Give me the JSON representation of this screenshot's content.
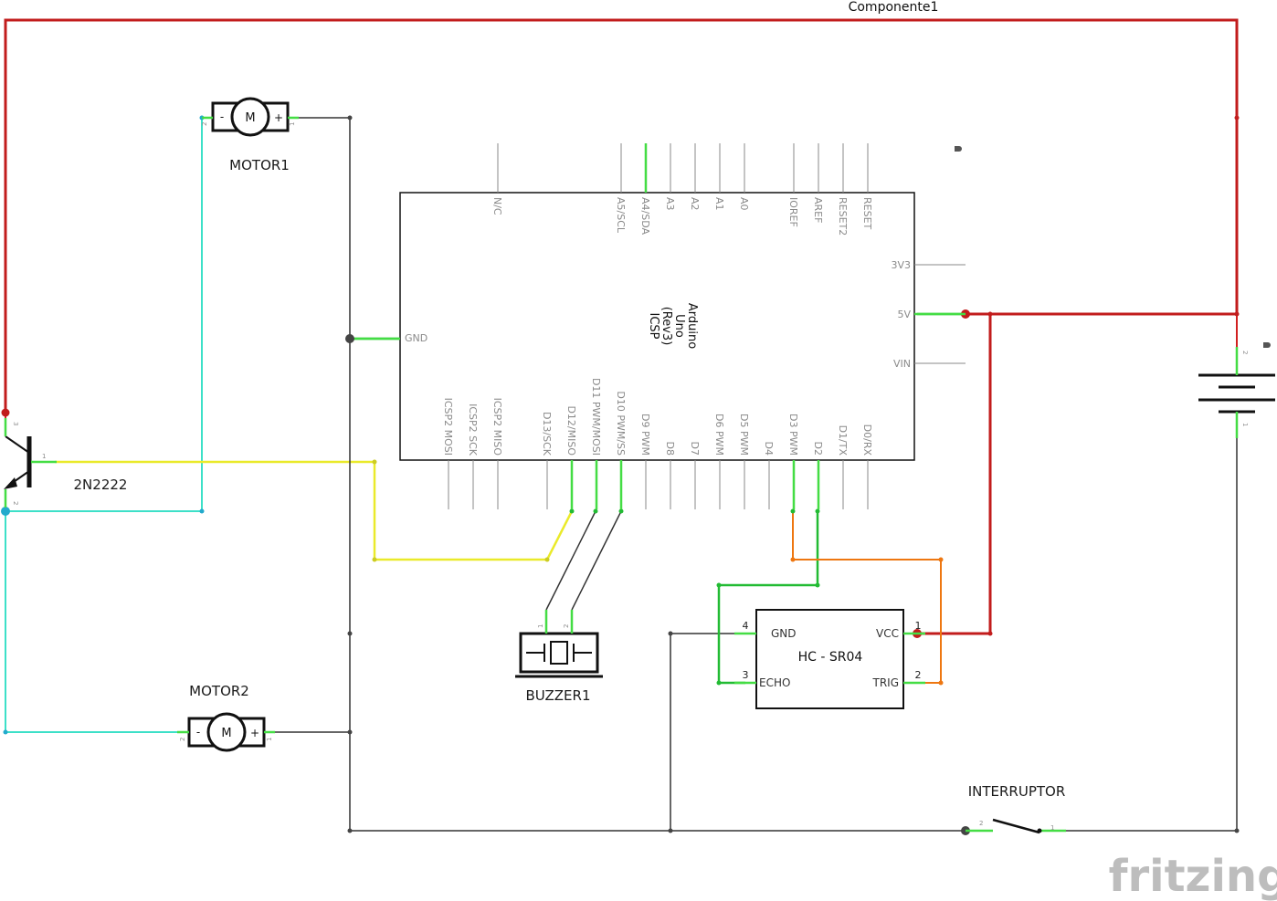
{
  "title": "Componente1",
  "watermark": "fritzing",
  "components": {
    "motor1": {
      "label": "MOTOR1",
      "symbol": "M",
      "pins": [
        "1",
        "2"
      ],
      "polarity": [
        "+",
        "-"
      ]
    },
    "motor2": {
      "label": "MOTOR2",
      "symbol": "M",
      "pins": [
        "1",
        "2"
      ],
      "polarity": [
        "+",
        "-"
      ]
    },
    "transistor": {
      "label": "2N2222",
      "pins": [
        "1",
        "2",
        "3"
      ]
    },
    "buzzer": {
      "label": "BUZZER1",
      "pins": [
        "1",
        "2"
      ]
    },
    "sensor": {
      "name": "HC - SR04",
      "pins": [
        {
          "num": "4",
          "name": "GND"
        },
        {
          "num": "3",
          "name": "ECHO"
        },
        {
          "num": "1",
          "name": "VCC"
        },
        {
          "num": "2",
          "name": "TRIG"
        }
      ]
    },
    "switch": {
      "label": "INTERRUPTOR",
      "pins": [
        "2",
        "1"
      ]
    },
    "battery": {
      "pins": [
        "2",
        "1"
      ]
    },
    "arduino": {
      "name": [
        "Arduino",
        "Uno",
        "(Rev3)",
        "ICSP"
      ],
      "top_pins": [
        "N/C",
        "A5/SCL",
        "A4/SDA",
        "A3",
        "A2",
        "A1",
        "A0",
        "IOREF",
        "AREF",
        "RESET2",
        "RESET"
      ],
      "bottom_pins": [
        "ICSP2 MOSI",
        "ICSP2 SCK",
        "ICSP2 MISO",
        "D13/SCK",
        "D12/MISO",
        "D11 PWM/MOSI",
        "D10 PWM/SS",
        "D9 PWM",
        "D8",
        "D7",
        "D6 PWM",
        "D5 PWM",
        "D4",
        "D3 PWM",
        "D2",
        "D1/TX",
        "D0/RX"
      ],
      "right_pins": [
        "3V3",
        "5V",
        "VIN"
      ],
      "left_pins": [
        "GND"
      ]
    }
  }
}
